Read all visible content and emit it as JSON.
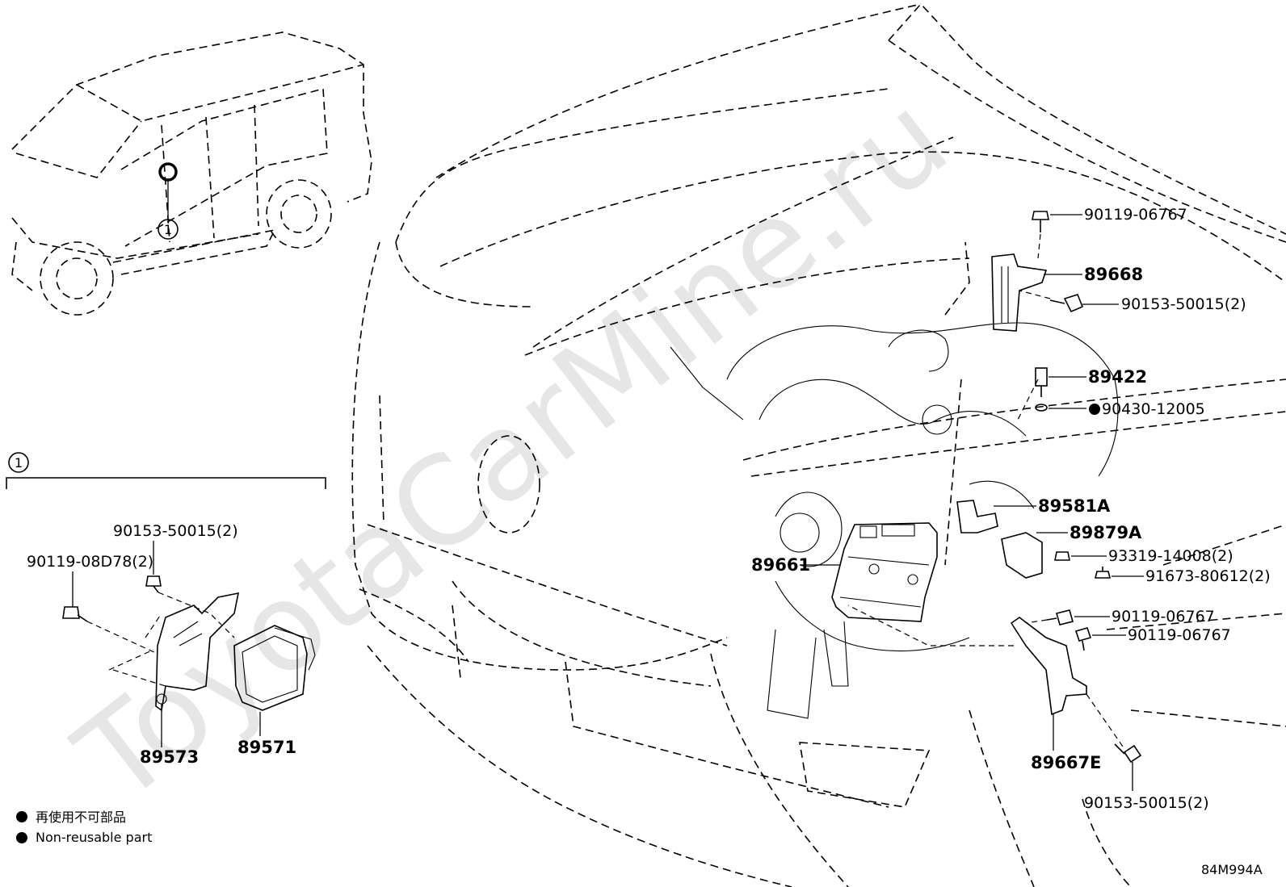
{
  "watermark": "ToyotaCarMine.ru",
  "diagram_code": "84M994A",
  "callout_marker": "1",
  "legend": {
    "jp": "再使用不可部品",
    "en": "Non-reusable part"
  },
  "parts": {
    "p_90119_06767_top": "90119-06767",
    "p_89668": "89668",
    "p_90153_50015_r": "90153-50015(2)",
    "p_89422": "89422",
    "p_90430_12005": "90430-12005",
    "p_89581A": "89581A",
    "p_89879A": "89879A",
    "p_93319_14008": "93319-14008(2)",
    "p_91673_80612": "91673-80612(2)",
    "p_90119_06767_a": "90119-06767",
    "p_90119_06767_b": "90119-06767",
    "p_89661": "89661",
    "p_89667E": "89667E",
    "p_90153_50015_b": "90153-50015(2)",
    "p_90153_50015_l": "90153-50015(2)",
    "p_90119_08D78": "90119-08D78(2)",
    "p_89573": "89573",
    "p_89571": "89571"
  }
}
